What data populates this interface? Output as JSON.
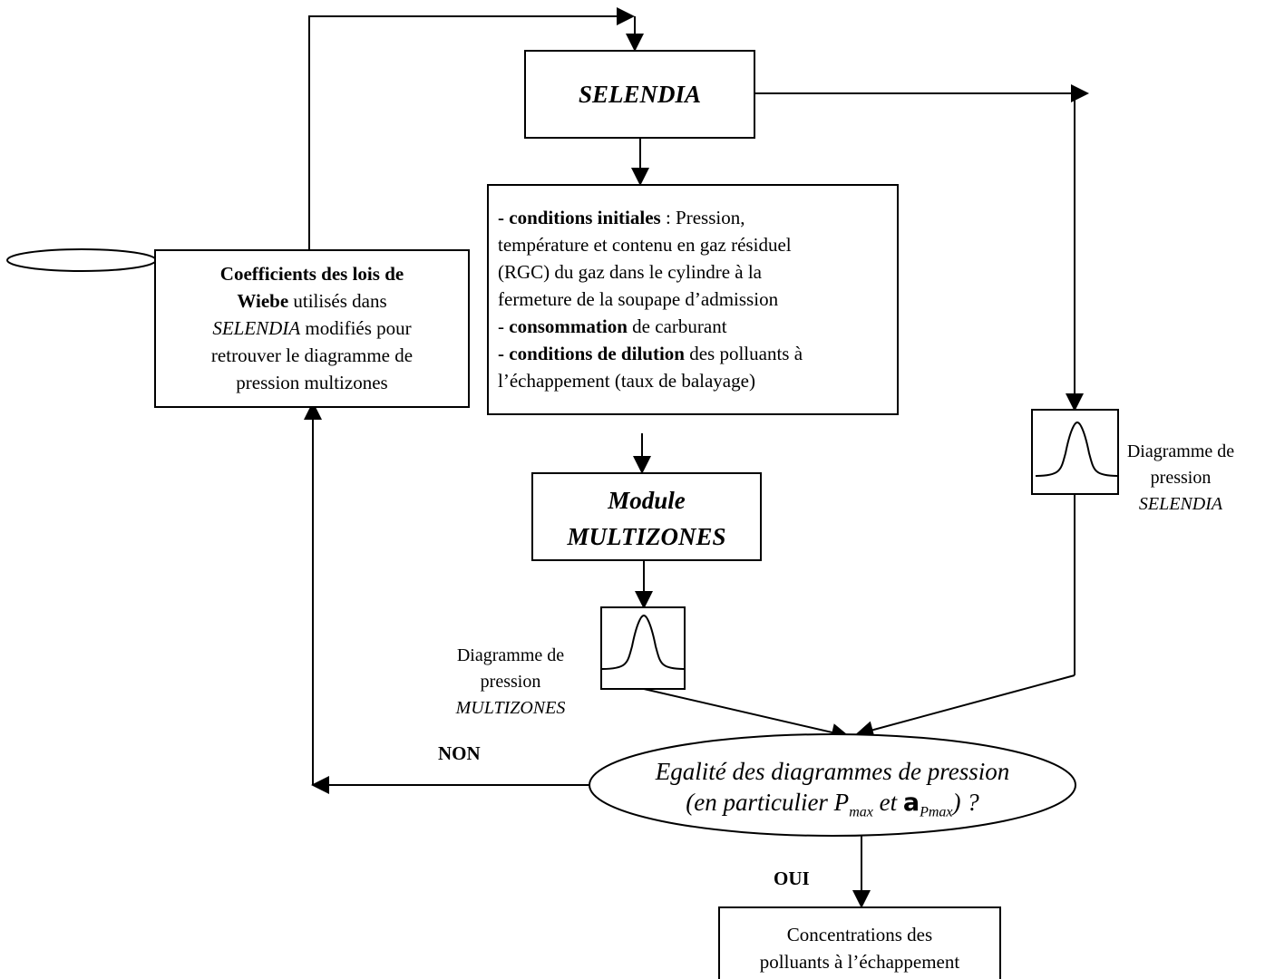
{
  "selendia_box": {
    "title": "SELENDIA"
  },
  "conditions_box": {
    "line1_bold": "- conditions initiales",
    "line1_rest": " : Pression,",
    "line2": "température et contenu en gaz résiduel",
    "line3": "(RGC) du gaz dans le cylindre à la",
    "line4": "fermeture de la soupape d’admission",
    "line5_prefix": "- ",
    "line5_bold": "consommation",
    "line5_rest": " de carburant",
    "line6_bold": "- conditions de dilution",
    "line6_rest": " des polluants à",
    "line7": "l’échappement (taux de balayage)"
  },
  "wiebe_box": {
    "line1": "Coefficients des lois de",
    "line2_bold": "Wiebe",
    "line2_rest": " utilisés dans",
    "line3_italic": "SELENDIA",
    "line3_rest": " modifiés pour",
    "line4": "retrouver le diagramme de",
    "line5": "pression multizones"
  },
  "multizones_box": {
    "line1": "Module",
    "line2": "MULTIZONES"
  },
  "diag_selendia_label": {
    "line1": "Diagramme de",
    "line2": "pression",
    "line3": "SELENDIA"
  },
  "diag_multizones_label": {
    "line1": "Diagramme de",
    "line2": "pression",
    "line3": "MULTIZONES"
  },
  "decision": {
    "line1": "Egalité des diagrammes de pression",
    "line2_prefix": "(en particulier P",
    "line2_sub1": "max",
    "line2_mid": " et ",
    "line2_alpha": "a",
    "line2_sub2": "Pmax",
    "line2_suffix": ") ?"
  },
  "labels": {
    "non": "NON",
    "oui": "OUI"
  },
  "result_box": {
    "line1": "Concentrations des",
    "line2": "polluants à l’échappement"
  }
}
